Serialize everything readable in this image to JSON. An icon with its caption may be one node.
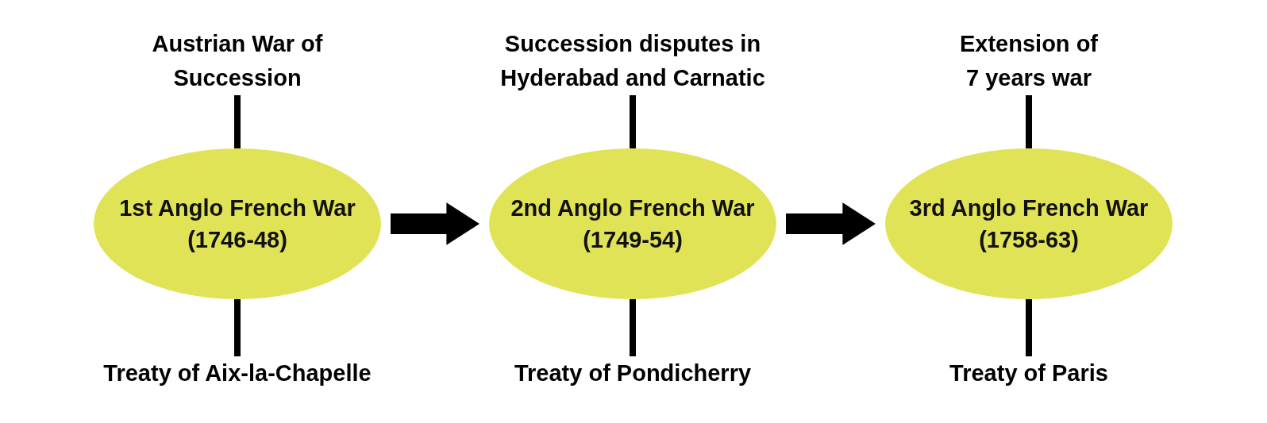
{
  "diagram": {
    "nodes": [
      {
        "text": [
          "Austrian War of Succession"
        ]
      },
      {
        "text": [
          "Succession disputes in Hyderabad and Carnatic"
        ]
      },
      {
        "text": [
          "Extension of 7 years war"
        ]
      },
      {
        "text": [
          "1st Anglo French War",
          "(1746-48)"
        ]
      },
      {
        "text": [
          "2nd Anglo French War",
          "(1749-54)"
        ]
      },
      {
        "text": [
          "3rd Anglo French War",
          "(1758-63)"
        ]
      },
      {
        "text": [
          "Treaty of Aix-la-Chapelle"
        ]
      },
      {
        "text": [
          "Treaty of Pondicherry"
        ]
      },
      {
        "text": [
          "Treaty of Paris"
        ]
      }
    ],
    "edges": [
      {
        "from": 0,
        "to": 3,
        "arrow": "none"
      },
      {
        "from": 1,
        "to": 4,
        "arrow": "none"
      },
      {
        "from": 2,
        "to": 5,
        "arrow": "none"
      },
      {
        "from": 3,
        "to": 4,
        "arrow": "to",
        "style": "thick"
      },
      {
        "from": 4,
        "to": 5,
        "arrow": "to",
        "style": "thick"
      },
      {
        "from": 3,
        "to": 6,
        "arrow": "none"
      },
      {
        "from": 4,
        "to": 7,
        "arrow": "none"
      },
      {
        "from": 5,
        "to": 8,
        "arrow": "none"
      }
    ]
  }
}
